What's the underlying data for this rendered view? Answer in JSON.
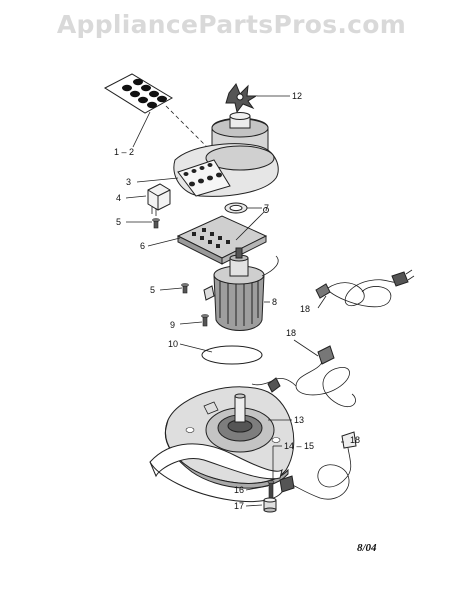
{
  "watermark": "AppliancePartsPros.com",
  "date": "8/04",
  "labels": [
    "12",
    "1 – 2",
    "3",
    "4",
    "5",
    "7",
    "6",
    "5",
    "8",
    "18",
    "9",
    "10",
    "18",
    "13",
    "14 – 15",
    "18",
    "16",
    "17"
  ]
}
